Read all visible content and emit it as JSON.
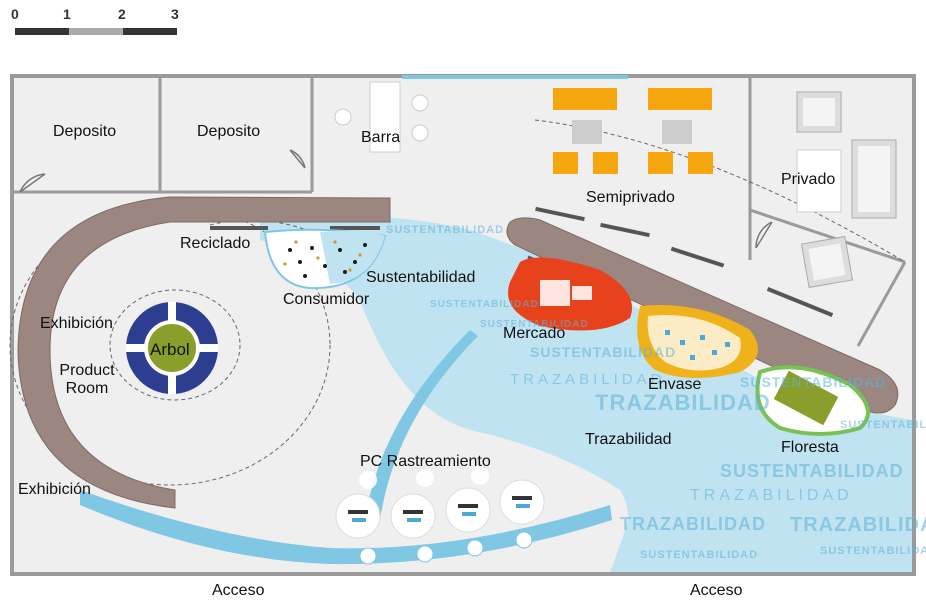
{
  "scale_bar": {
    "ticks": [
      "0",
      "1",
      "2",
      "3"
    ]
  },
  "rooms": {
    "deposito_1": "Deposito",
    "deposito_2": "Deposito",
    "barra": "Barra",
    "semiprivado": "Semiprivado",
    "privado": "Privado"
  },
  "zones": {
    "reciclado": "Reciclado",
    "consumidor": "Consumidor",
    "sustentabilidad": "Sustentabilidad",
    "exhibicion_top": "Exhibición",
    "product_room": "Product\nRoom",
    "arbol": "Arbol",
    "exhibicion_bottom": "Exhibición",
    "mercado": "Mercado",
    "envase": "Envase",
    "trazabilidad": "Trazabilidad",
    "floresta": "Floresta",
    "pc_rastreamiento": "PC Rastreamiento"
  },
  "accesses": {
    "left": "Acceso",
    "right": "Acceso"
  },
  "watermarks": {
    "sustentabilidad": "SUSTENTABILIDAD",
    "trazabilidad": "TRAZABILIDAD"
  },
  "colors": {
    "wall": "#9a9a9a",
    "floor": "#efefef",
    "water": "#bfe3f1",
    "water_edge": "#7fc7e3",
    "bench": "#9b8680",
    "orange": "#f6a70e",
    "tree_ring": "#2d3d8f",
    "tree": "#8a9e2c",
    "mercado": "#e8421d",
    "envase": "#f0b21a",
    "floresta_edge": "#78c254"
  }
}
